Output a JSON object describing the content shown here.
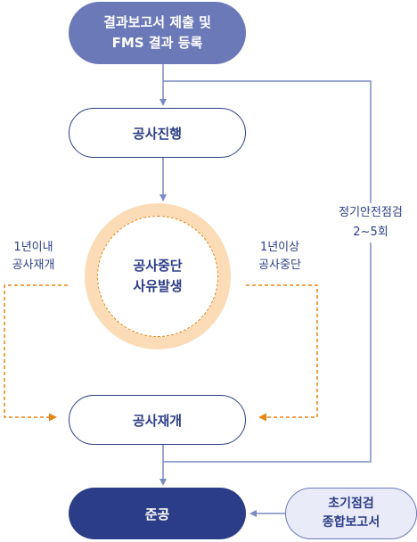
{
  "steps": {
    "report_fms": {
      "line1": "결과보고서 제출 및",
      "line2": "FMS 결과 등록"
    },
    "construction": "공사진행",
    "suspension_reason": {
      "line1": "공사중단",
      "line2": "사유발생"
    },
    "resume": "공사재개",
    "completion": "준공",
    "initial_report": {
      "line1": "초기점검",
      "line2": "종합보고서"
    }
  },
  "branches": {
    "within_year": {
      "line1": "1년이내",
      "line2": "공사재개"
    },
    "over_year": {
      "line1": "1년이상",
      "line2": "공사중단"
    },
    "inspection": {
      "line1": "정기안전점검",
      "line2": "2~5회"
    }
  },
  "colors": {
    "navy": "#2c3d87",
    "periwinkle": "#6b79b9",
    "line": "#7a8bc4",
    "orange": "#e98413",
    "ring": "#fbdcb6"
  }
}
